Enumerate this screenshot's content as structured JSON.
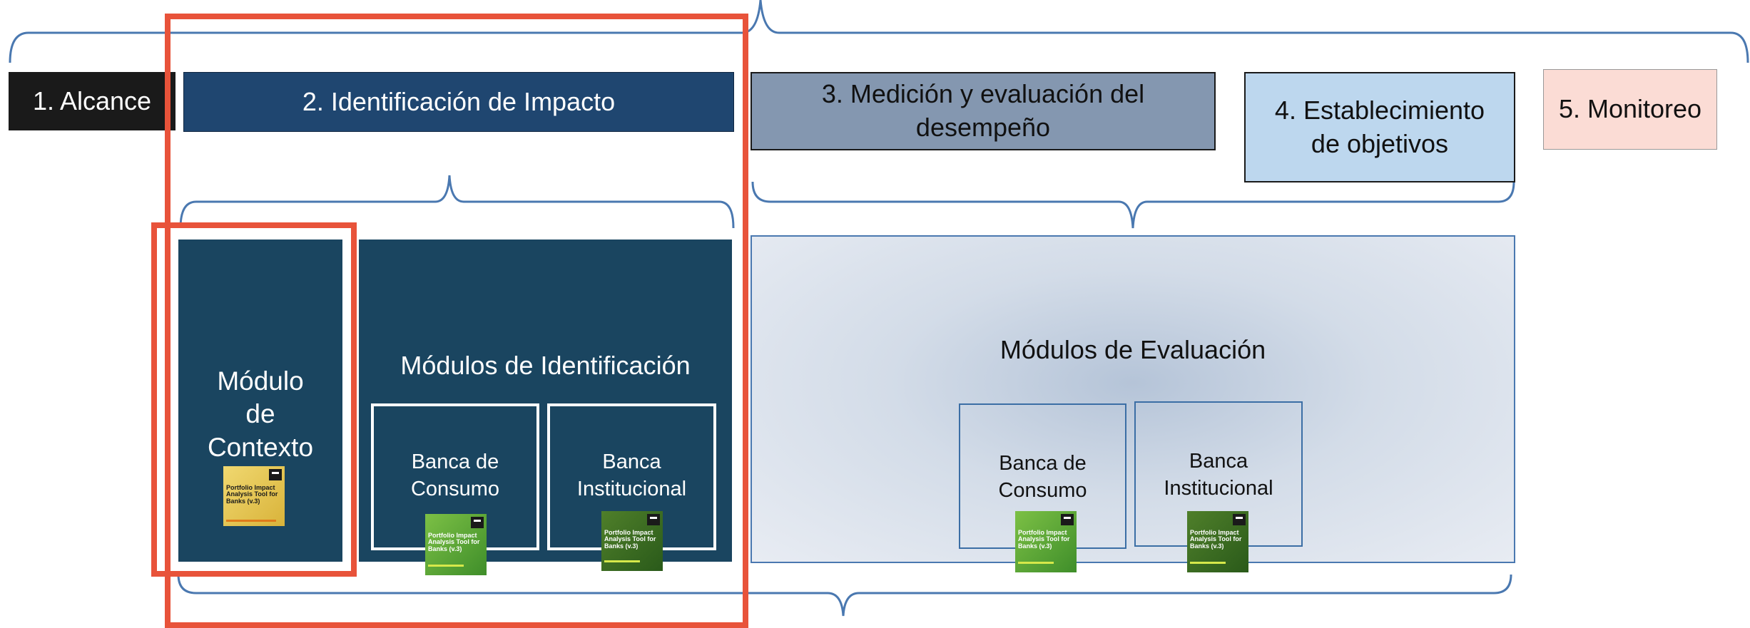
{
  "stages": [
    {
      "label": "1. Alcance"
    },
    {
      "label": "2. Identificación de Impacto"
    },
    {
      "label": "3. Medición y evaluación del desempeño"
    },
    {
      "label": "4. Establecimiento de objetivos"
    },
    {
      "label": "5. Monitoreo"
    }
  ],
  "context_module": {
    "label": "Módulo de Contexto"
  },
  "identification": {
    "title": "Módulos de Identificación",
    "boxes": [
      {
        "line1": "Banca de",
        "line2": "Consumo"
      },
      {
        "line1": "Banca",
        "line2": "Institucional"
      }
    ]
  },
  "evaluation": {
    "title": "Módulos de Evaluación",
    "boxes": [
      {
        "line1": "Banca de",
        "line2": "Consumo"
      },
      {
        "line1": "Banca",
        "line2": "Institucional"
      }
    ]
  },
  "cover_title": "Portfolio Impact Analysis Tool for Banks (v.3)",
  "colors": {
    "highlight": "#e8533a",
    "bracket": "#4a78b0",
    "stage1": "#1a1a1a",
    "stage2": "#1f4670",
    "stage3": "#8497b0",
    "stage4": "#bdd7ee",
    "stage5": "#fbdcd5",
    "module_dark": "#1a4560"
  }
}
